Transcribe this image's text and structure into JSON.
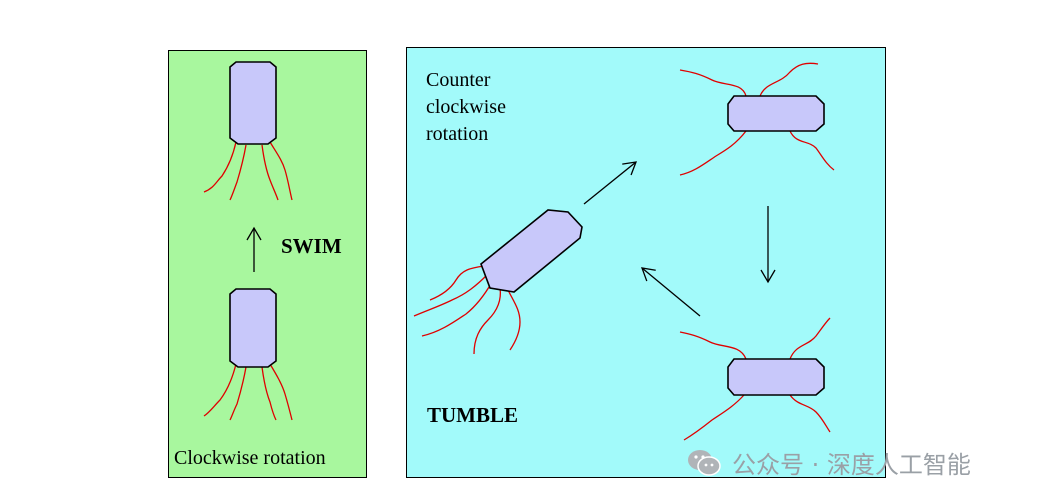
{
  "swim_panel": {
    "label": "SWIM",
    "caption": "Clockwise rotation",
    "background": "#a8f79e"
  },
  "tumble_panel": {
    "label": "TUMBLE",
    "caption_lines": [
      "Counter",
      "clockwise",
      "rotation"
    ],
    "background": "#a2fafa"
  },
  "colors": {
    "cell_body": "#c8c8fa",
    "flagella": "#e00000",
    "outline": "#000000"
  },
  "icons": [
    "wechat-logo-icon",
    "up-arrow-icon",
    "down-arrow-icon",
    "diagonal-arrow-icon"
  ],
  "watermark": {
    "text": "公众号 · 深度人工智能"
  }
}
